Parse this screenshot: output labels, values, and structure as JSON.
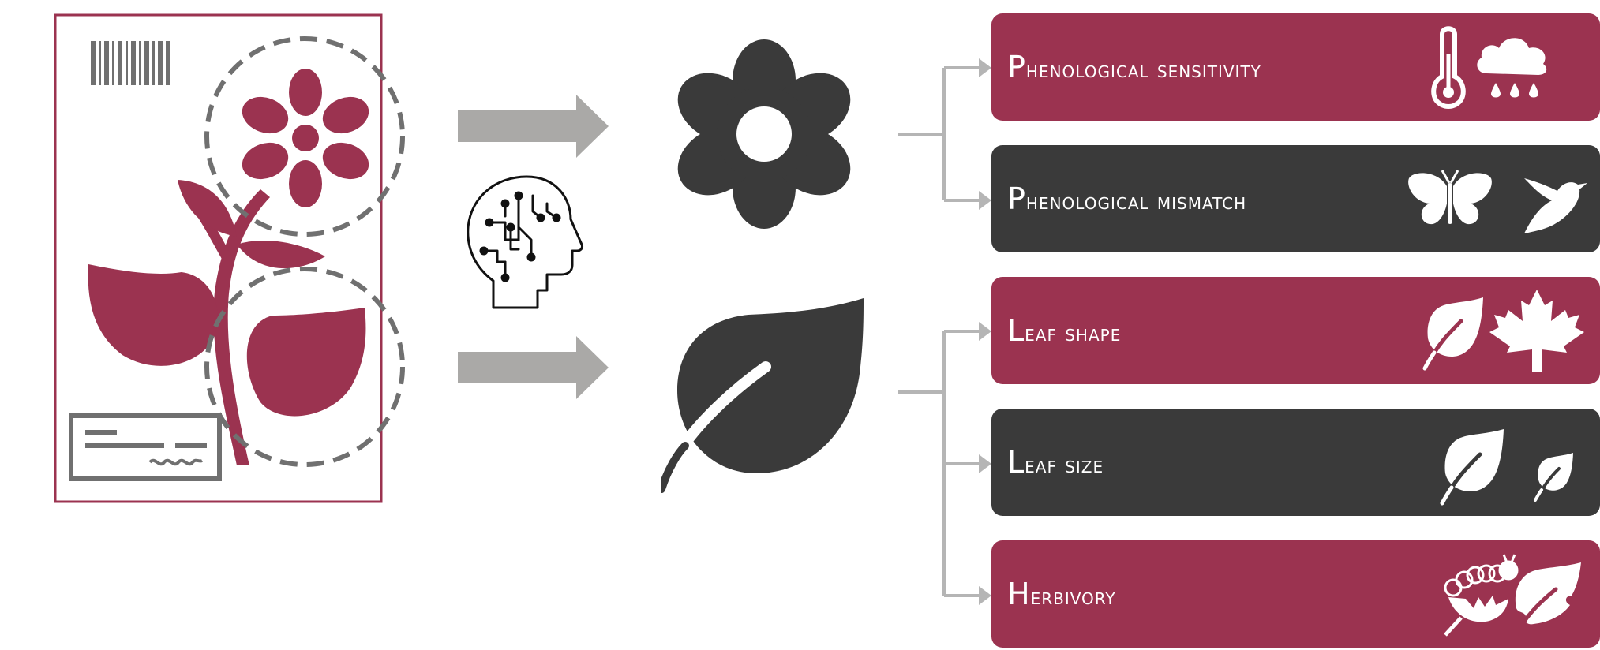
{
  "colors": {
    "crimson": "#9b3350",
    "charcoal": "#3a3a3a",
    "grey_arrow": "#aaa9a7",
    "connector": "#b5b5b5",
    "dashed": "#707070",
    "white": "#ffffff"
  },
  "specimen_sheet": {
    "icons": [
      "barcode-icon",
      "plant-specimen-icon",
      "specimen-label-icon",
      "dashed-circle-flower",
      "dashed-circle-leaf"
    ]
  },
  "ai_icon": "ai-brain-head-icon",
  "organs": [
    {
      "name": "flower",
      "icon": "flower-icon"
    },
    {
      "name": "leaf",
      "icon": "leaf-icon"
    }
  ],
  "traits": [
    {
      "first": "P",
      "rest": "henological sensitivity",
      "color": "crimson",
      "icons": [
        "thermometer-icon",
        "rain-cloud-icon"
      ]
    },
    {
      "first": "P",
      "rest": "henological mismatch",
      "color": "charcoal",
      "icons": [
        "butterfly-icon",
        "hummingbird-icon"
      ]
    },
    {
      "first": "L",
      "rest": "eaf shape",
      "color": "crimson",
      "icons": [
        "leaf-icon",
        "maple-leaf-icon"
      ]
    },
    {
      "first": "L",
      "rest": "eaf size",
      "color": "charcoal",
      "icons": [
        "large-leaf-icon",
        "small-leaf-icon"
      ]
    },
    {
      "first": "H",
      "rest": "erbivory",
      "color": "crimson",
      "icons": [
        "caterpillar-icon",
        "damaged-leaf-icon"
      ]
    }
  ]
}
